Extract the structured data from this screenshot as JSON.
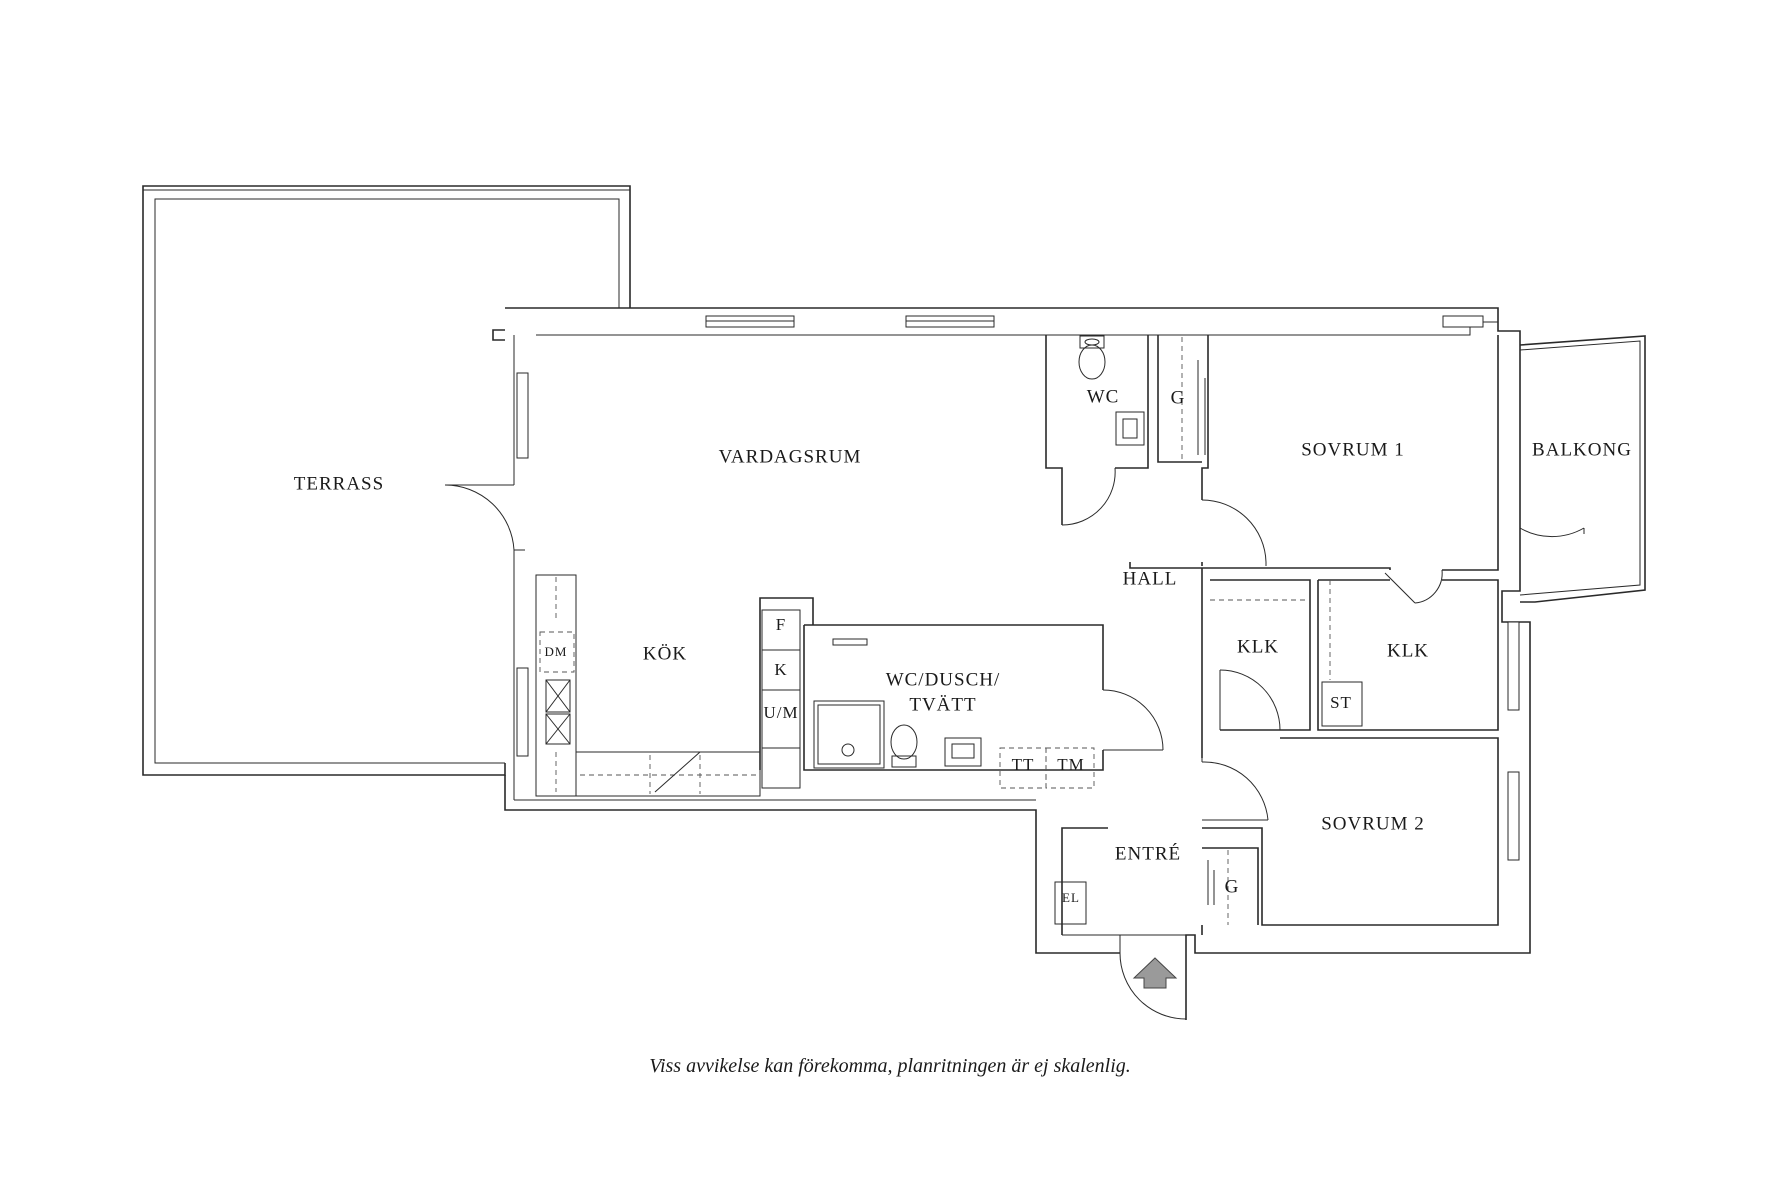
{
  "rooms": {
    "terrass": "TERRASS",
    "vardagsrum": "VARDAGSRUM",
    "wc": "WC",
    "g1": "G",
    "sovrum1": "SOVRUM 1",
    "balkong": "BALKONG",
    "hall": "HALL",
    "kok": "KÖK",
    "dm": "DM",
    "f": "F",
    "k": "K",
    "um": "U/M",
    "wcdusch_line1": "WC/DUSCH/",
    "wcdusch_line2": "TVÄTT",
    "tt": "TT",
    "tm": "TM",
    "klk1": "KLK",
    "klk2": "KLK",
    "st": "ST",
    "sovrum2": "SOVRUM 2",
    "entre": "ENTRÉ",
    "el": "EL",
    "g2": "G"
  },
  "entrance_icon": "entrance-arrow-icon",
  "note": "Viss avvikelse kan förekomma, planritningen är ej skalenlig."
}
